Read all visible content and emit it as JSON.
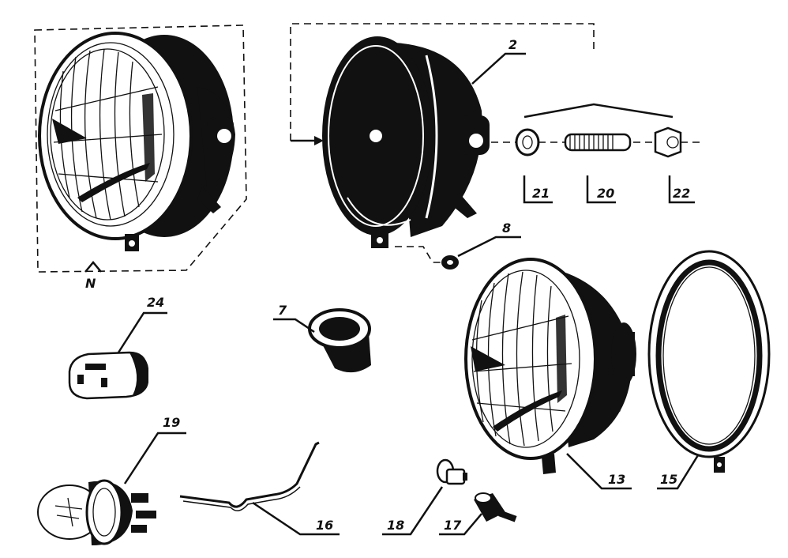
{
  "diagram": {
    "labels": {
      "p2": "2",
      "p7": "7",
      "p8": "8",
      "p13": "13",
      "p15": "15",
      "p16": "16",
      "p17": "17",
      "p18": "18",
      "p19": "19",
      "p20": "20",
      "p21": "21",
      "p22": "22",
      "p24": "24",
      "pN": "N"
    }
  }
}
